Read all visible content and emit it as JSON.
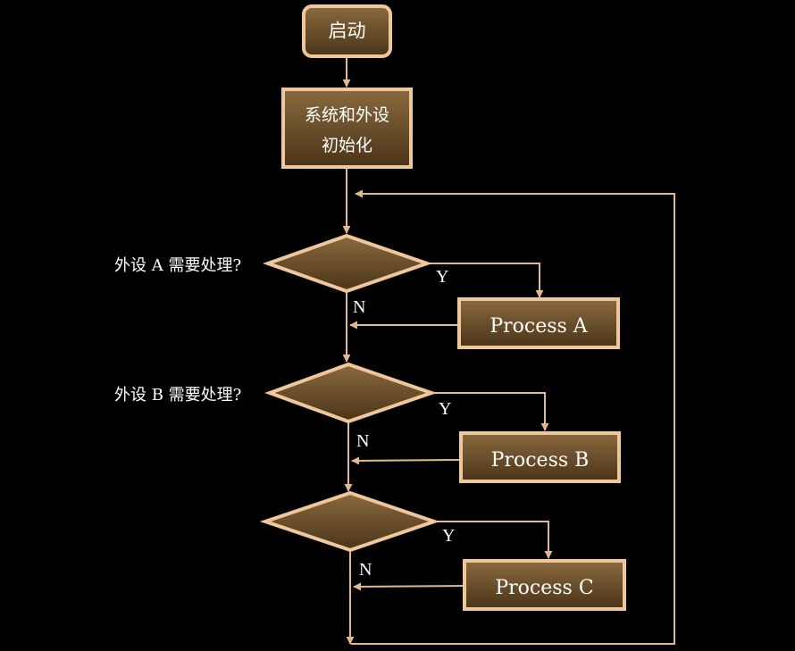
{
  "colors": {
    "background": "#000000",
    "node_fill_light": "#8a6a3f",
    "node_fill_dark": "#4a3418",
    "node_stroke": "#f0c79a",
    "connector": "#e2b98c",
    "text": "#ffffff"
  },
  "nodes": {
    "start": "启动",
    "init_line1": "系统和外设",
    "init_line2": "初始化",
    "process_a": "Process A",
    "process_b": "Process B",
    "process_c": "Process C"
  },
  "decisions": {
    "a_question": "外设 A 需要处理?",
    "b_question": "外设 B 需要处理?"
  },
  "branch_labels": {
    "yes": "Y",
    "no": "N"
  }
}
